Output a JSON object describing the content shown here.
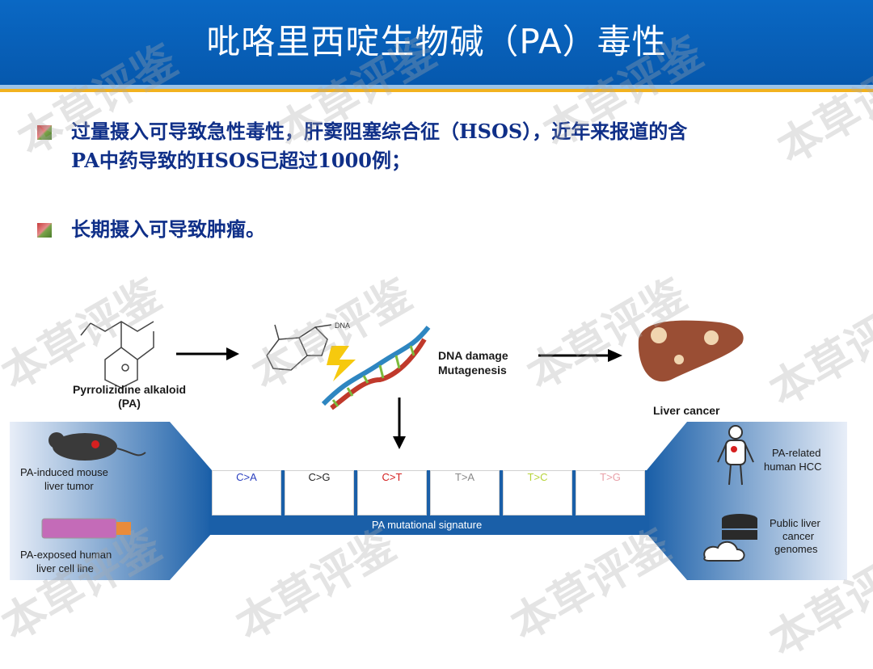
{
  "title": "吡咯里西啶生物碱（PA）毒性",
  "bullets": [
    {
      "line1": "过量摄入可导致急性毒性，肝窦阻塞综合征（HSOS），近年来报道的含",
      "line2": "PA中药导致的HSOS已超过1000例；"
    },
    {
      "line1": "长期摄入可导致肿瘤。",
      "line2": ""
    }
  ],
  "figure": {
    "pa_label": "Pyrrolizidine alkaloid",
    "pa_abbr": "(PA)",
    "dna_label": "DNA",
    "dna_damage": "DNA damage",
    "mutagenesis": "Mutagenesis",
    "liver_cancer": "Liver cancer",
    "mouse_label_1": "PA-induced mouse",
    "mouse_label_2": "liver tumor",
    "cell_label_1": "PA-exposed human",
    "cell_label_2": "liver cell line",
    "hcc_label_1": "PA-related",
    "hcc_label_2": "human HCC",
    "genome_label_1": "Public liver",
    "genome_label_2": "cancer",
    "genome_label_3": "genomes",
    "signature_label": "PA mutational signature",
    "mutation_types": [
      {
        "label": "C>A",
        "color": "#2a3fbf"
      },
      {
        "label": "C>G",
        "color": "#222222"
      },
      {
        "label": "C>T",
        "color": "#d42020"
      },
      {
        "label": "T>A",
        "color": "#888888"
      },
      {
        "label": "T>C",
        "color": "#b7d43a"
      },
      {
        "label": "T>G",
        "color": "#e8a0a8"
      }
    ]
  },
  "watermark": "本草评鉴"
}
